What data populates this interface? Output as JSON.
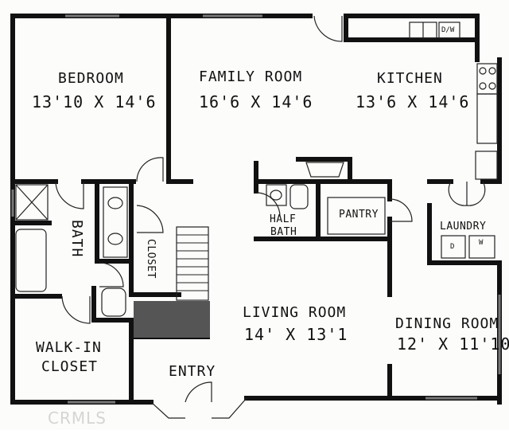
{
  "rooms": {
    "bedroom": {
      "name": "BEDROOM",
      "dims": "13'10 X 14'6"
    },
    "family_room": {
      "name": "FAMILY ROOM",
      "dims": "16'6 X 14'6"
    },
    "kitchen": {
      "name": "KITCHEN",
      "dims": "13'6 X 14'6"
    },
    "bath": {
      "name": "BATH"
    },
    "closet": {
      "name": "CLOSET"
    },
    "half_bath": {
      "line1": "HALF",
      "line2": "BATH"
    },
    "pantry": {
      "name": "PANTRY"
    },
    "laundry": {
      "name": "LAUNDRY"
    },
    "living_room": {
      "name": "LIVING ROOM",
      "dims": "14' X 13'1"
    },
    "dining_room": {
      "name": "DINING ROOM",
      "dims": "12' X 11'10"
    },
    "walk_in_closet": {
      "line1": "WALK-IN",
      "line2": "CLOSET"
    },
    "entry": {
      "name": "ENTRY"
    }
  },
  "fixtures": {
    "dishwasher": "D/W",
    "dryer": "D",
    "washer": "W"
  },
  "watermark": "CRMLS"
}
